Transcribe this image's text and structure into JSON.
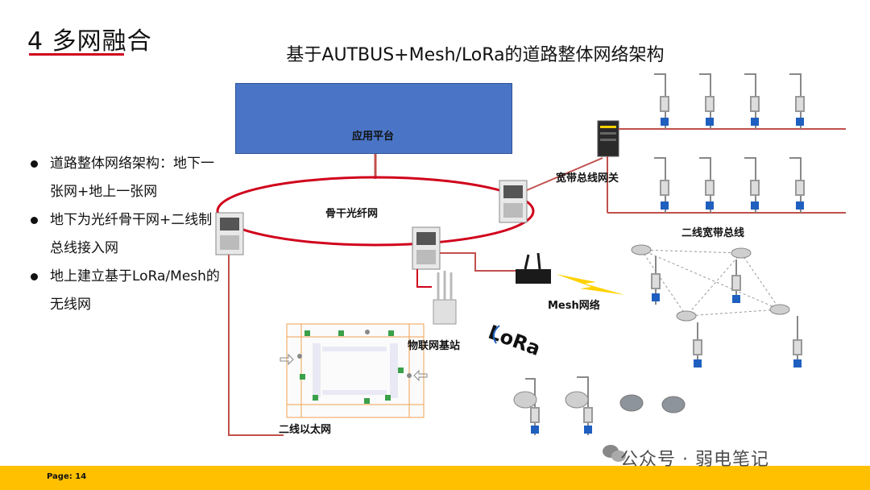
{
  "header": {
    "section_title": "4 多网融合",
    "diagram_title": "基于AUTBUS+Mesh/LoRa的道路整体网络架构"
  },
  "bullets": [
    "道路整体网络架构：地下一张网+地上一张网",
    "地下为光纤骨干网+二线制总线接入网",
    "地上建立基于LoRa/Mesh的无线网"
  ],
  "diagram": {
    "platform_label": "应用平台",
    "backbone_label": "骨干光纤网",
    "gateway_label": "宽带总线网关",
    "bus_label": "二线宽带总线",
    "mesh_label": "Mesh网络",
    "base_station_label": "物联网基站",
    "ethernet_label": "二线以太网",
    "lora_logo": "LoRa"
  },
  "footer": {
    "page_label": "Page: 14",
    "watermark": "公众号 · 弱电笔记"
  },
  "colors": {
    "accent_red": "#d0021b",
    "platform_blue": "#4a75c7",
    "bus_line": "#c0504d",
    "footer_yellow": "#ffc000"
  }
}
